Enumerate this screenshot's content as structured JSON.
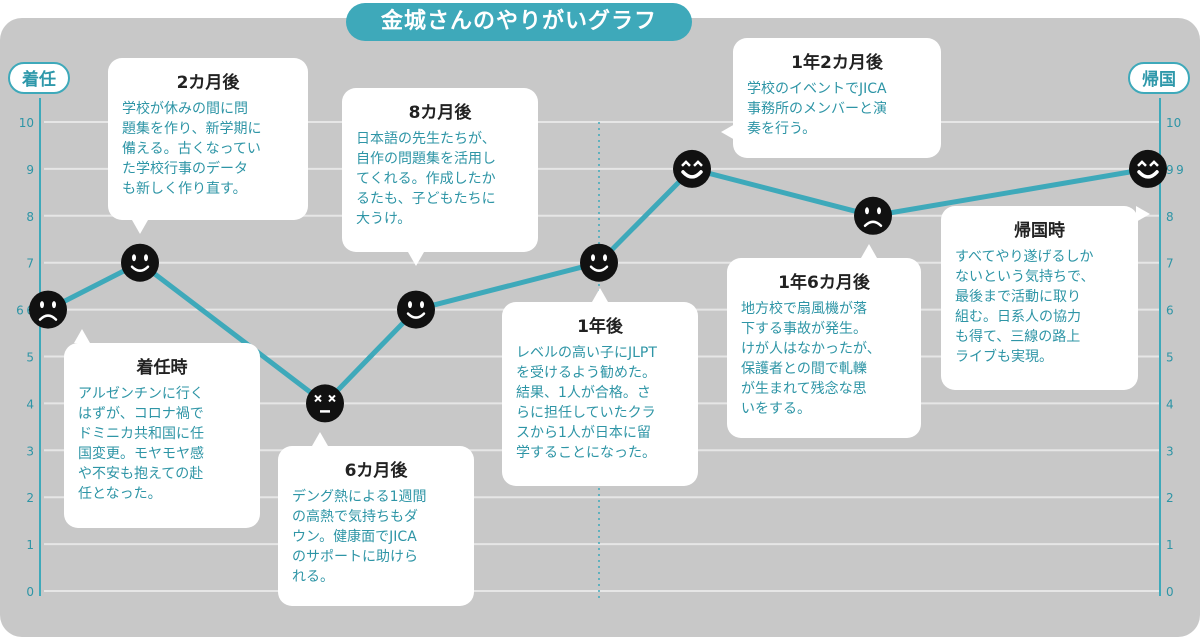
{
  "title": "金城さんのやりがいグラフ",
  "left_badge": "着任",
  "right_badge": "帰国",
  "colors": {
    "line": "#3ea9ba",
    "panel": "#c8c8c8",
    "face": "#111111",
    "text_accent": "#2e95a6"
  },
  "chart_data": {
    "type": "line",
    "title": "金城さんのやりがいグラフ",
    "xlabel": "",
    "ylabel": "",
    "ylim": [
      0,
      10
    ],
    "y_ticks": [
      "0",
      "1",
      "2",
      "3",
      "4",
      "5",
      "6",
      "7",
      "8",
      "9",
      "10"
    ],
    "grid": true,
    "x": [
      "着任時",
      "2カ月後",
      "6カ月後",
      "8カ月後",
      "1年後",
      "1年2カ月後",
      "1年6カ月後",
      "帰国時"
    ],
    "values": [
      6,
      7,
      4,
      6,
      7,
      9,
      8,
      9
    ],
    "faces": [
      "sad",
      "happy",
      "dizzy",
      "happy",
      "happy",
      "big-smile",
      "sad",
      "big-smile"
    ],
    "start_label": "6",
    "end_label": "9"
  },
  "notes": [
    {
      "title": "着任時",
      "body": "アルゼンチンに行く\nはずが、コロナ禍で\nドミニカ共和国に任\n国変更。モヤモヤ感\nや不安も抱えての赴\n任となった。"
    },
    {
      "title": "2カ月後",
      "body": "学校が休みの間に問\n題集を作り、新学期に\n備える。古くなってい\nた学校行事のデータ\nも新しく作り直す。"
    },
    {
      "title": "6カ月後",
      "body": "デング熱による1週間\nの高熱で気持ちもダ\nウン。健康面でJICA\nのサポートに助けら\nれる。"
    },
    {
      "title": "8カ月後",
      "body": "日本語の先生たちが、\n自作の問題集を活用し\nてくれる。作成したか\nるたも、子どもたちに\n大うけ。"
    },
    {
      "title": "1年後",
      "body": "レベルの高い子にJLPT\nを受けるよう勧めた。\n結果、1人が合格。さ\nらに担任していたクラ\nスから1人が日本に留\n学することになった。"
    },
    {
      "title": "1年2カ月後",
      "body": "学校のイベントでJICA\n事務所のメンバーと演\n奏を行う。"
    },
    {
      "title": "1年6カ月後",
      "body": "地方校で扇風機が落\n下する事故が発生。\nけが人はなかったが、\n保護者との間で軋轢\nが生まれて残念な思\nいをする。"
    },
    {
      "title": "帰国時",
      "body": "すべてやり遂げるしか\nないという気持ちで、\n最後まで活動に取り\n組む。日系人の協力\nも得て、三線の路上\nライブも実現。"
    }
  ]
}
